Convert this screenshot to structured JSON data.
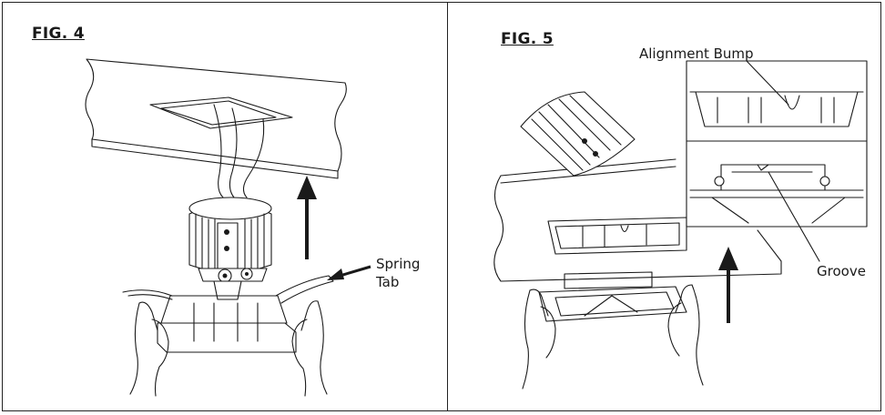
{
  "figures": [
    {
      "id": "fig4",
      "title": "FIG. 4",
      "callouts": [
        "Spring",
        "Tab"
      ]
    },
    {
      "id": "fig5",
      "title": "FIG. 5",
      "callouts": [
        "Alignment Bump",
        "Groove"
      ]
    }
  ]
}
